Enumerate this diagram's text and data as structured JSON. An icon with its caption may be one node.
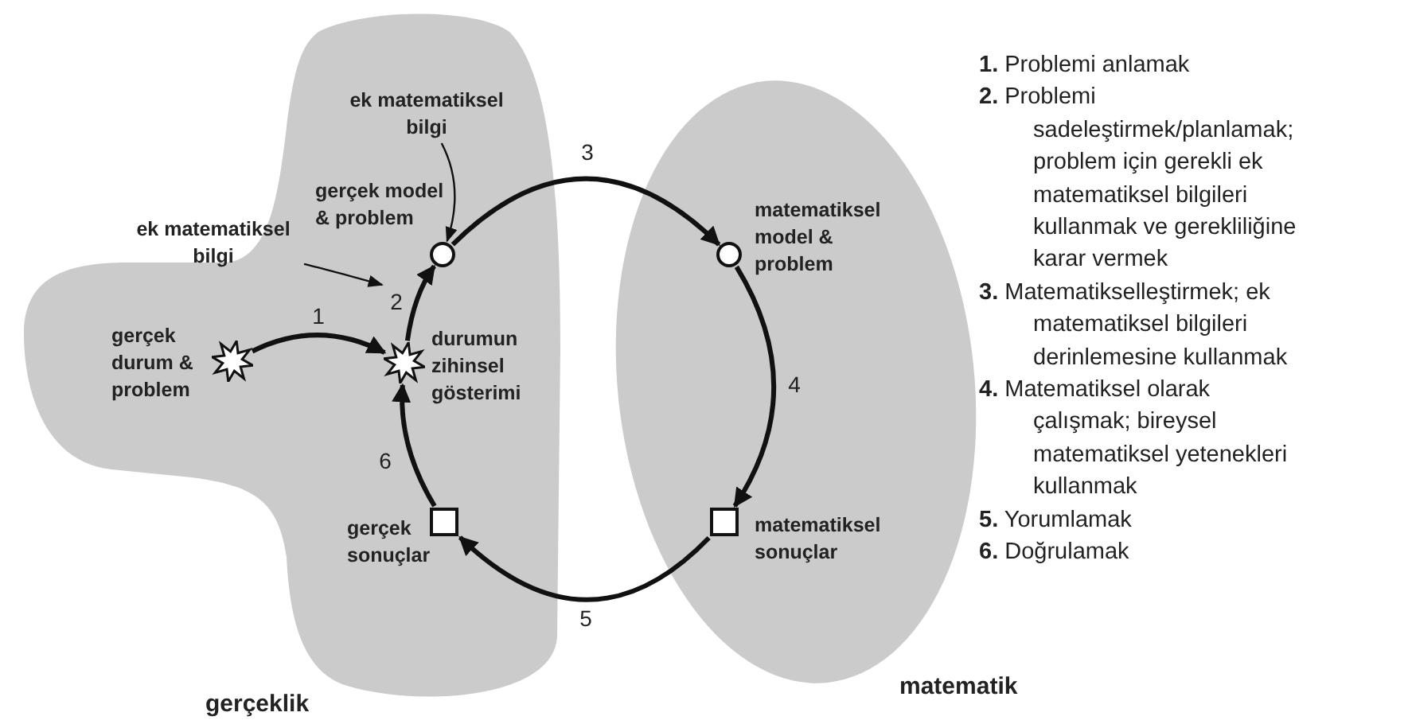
{
  "diagram": {
    "nodes": [
      {
        "text": [
          "gerçeklik"
        ]
      },
      {
        "text": [
          "matematik"
        ]
      },
      {
        "text": [],
        "shape": "star",
        "in": 0,
        "beside": [
          "gerçek durum & problem"
        ]
      },
      {
        "text": [],
        "shape": "star",
        "in": 0,
        "beside": [
          "durumun zihinsel gösterimi"
        ]
      },
      {
        "text": [],
        "shape": "circle",
        "in": 0,
        "beside": [
          "gerçek model & problem"
        ]
      },
      {
        "text": [],
        "shape": "circle",
        "in": 1,
        "beside": [
          "matematiksel model & problem"
        ]
      },
      {
        "text": [],
        "shape": "box",
        "in": 1,
        "beside": [
          "matematiksel sonuçlar"
        ]
      },
      {
        "text": [],
        "shape": "box",
        "in": 0,
        "beside": [
          "gerçek sonuçlar"
        ]
      },
      {
        "text": [
          "ek matematiksel bilgi"
        ],
        "in": 0
      },
      {
        "text": [
          "ek matematiksel bilgi"
        ],
        "in": 0
      }
    ],
    "edges": [
      {
        "from": 2,
        "to": 3,
        "arrow": "to",
        "label": "1"
      },
      {
        "from": 3,
        "to": 4,
        "arrow": "to",
        "label": "2"
      },
      {
        "from": 4,
        "to": 5,
        "arrow": "to",
        "label": "3"
      },
      {
        "from": 5,
        "to": 6,
        "arrow": "to",
        "label": "4"
      },
      {
        "from": 6,
        "to": 7,
        "arrow": "to",
        "label": "5"
      },
      {
        "from": 7,
        "to": 3,
        "arrow": "to",
        "label": "6"
      },
      {
        "from": 8,
        "to": null,
        "arrow": "to"
      },
      {
        "from": 9,
        "to": 4,
        "arrow": "to"
      }
    ],
    "labels": [
      "**1.** Problemi anlamak",
      "**2.** Problemi sadeleştirmek/planlamak; problem için gerekli ek matematiksel bilgileri kullanmak ve gerekliliğine karar vermek",
      "**3.** Matematikselleştirmek; ek matematiksel bilgileri derinlemesine kullanmak",
      "**4.** Matematiksel olarak çalışmak; bireysel matematiksel yetenekleri kullanmak",
      "**5.** Yorumlamak",
      "**6.** Doğrulamak"
    ]
  }
}
